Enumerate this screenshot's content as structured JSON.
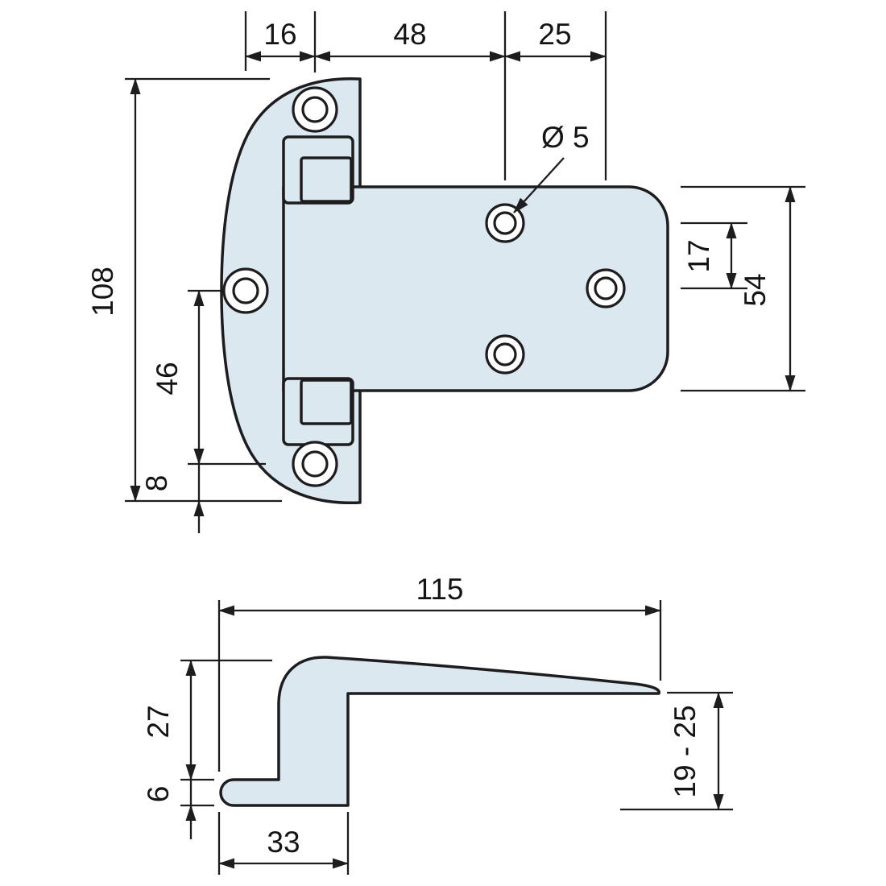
{
  "colors": {
    "part_fill": "#dce8f0",
    "line_color": "#1d1d1f"
  },
  "dims": {
    "d16": "16",
    "d48": "48",
    "d25": "25",
    "d108": "108",
    "d46": "46",
    "d8": "8",
    "hole_callout": "Ø 5",
    "d17": "17",
    "d54": "54",
    "d115": "115",
    "d27": "27",
    "d6": "6",
    "d33": "33",
    "d19_25": "19 - 25"
  }
}
